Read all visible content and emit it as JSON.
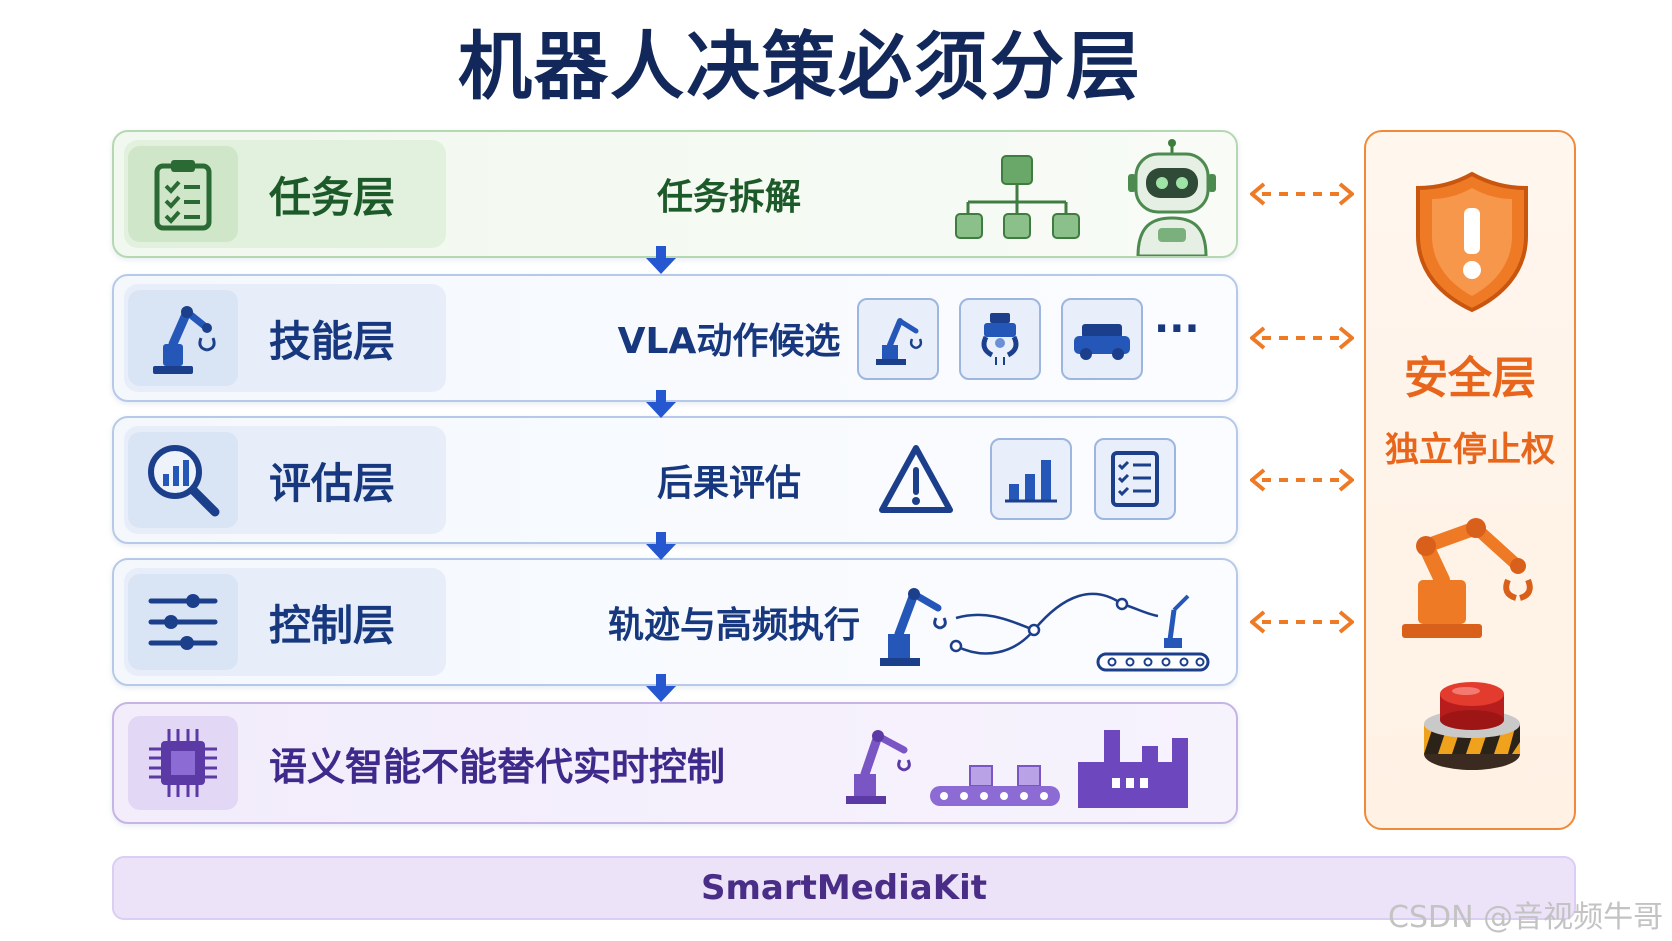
{
  "title": "机器人决策必须分层",
  "layers": [
    {
      "name": "任务层",
      "desc": "任务拆解"
    },
    {
      "name": "技能层",
      "desc": "VLA动作候选",
      "more": "···"
    },
    {
      "name": "评估层",
      "desc": "后果评估"
    },
    {
      "name": "控制层",
      "desc": "轨迹与高频执行"
    }
  ],
  "semantic_layer": {
    "text": "语义智能不能替代实时控制"
  },
  "safety_layer": {
    "title": "安全层",
    "subtitle": "独立停止权"
  },
  "footer": "SmartMediaKit",
  "watermark": "CSDN @音视频牛哥",
  "colors": {
    "navy": "#17387e",
    "green": "#1d5a2a",
    "orange": "#e8661c",
    "purple": "#4a2d86"
  }
}
